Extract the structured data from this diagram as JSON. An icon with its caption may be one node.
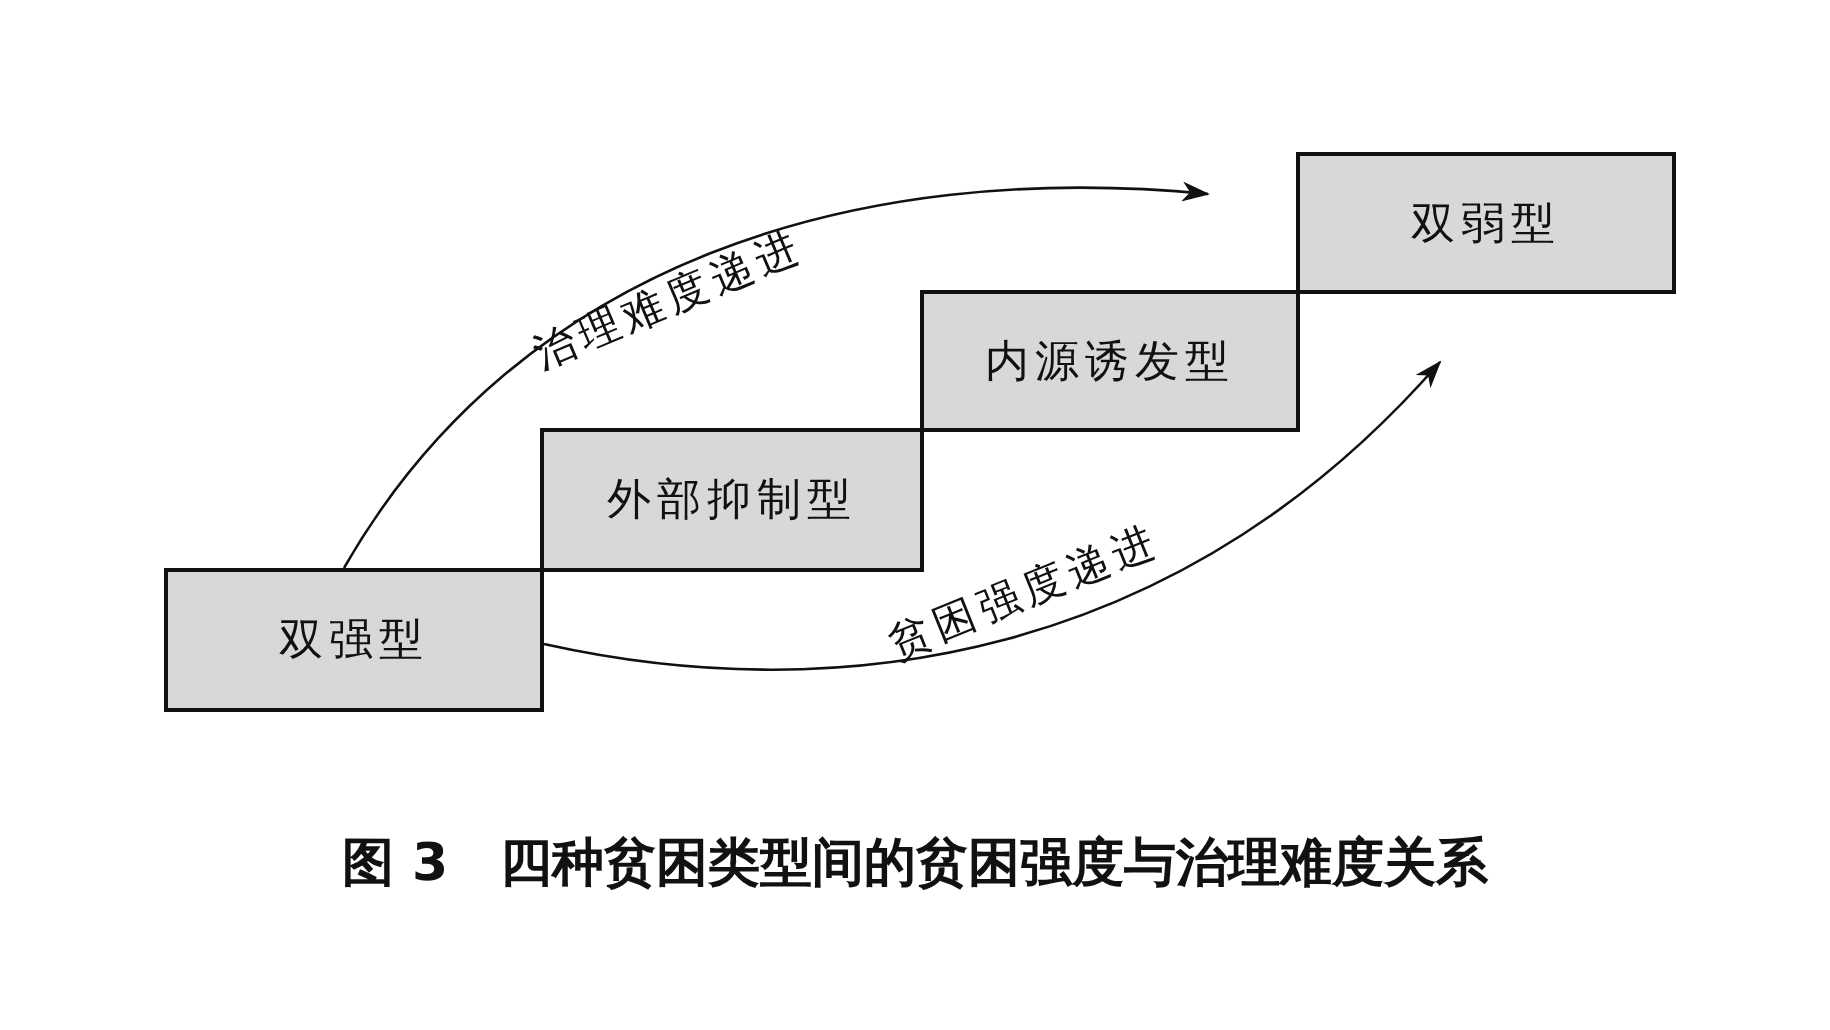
{
  "diagram": {
    "caption": "图 3　四种贫困类型间的贫困强度与治理难度关系",
    "nodes": [
      {
        "text": [
          "双强型"
        ]
      },
      {
        "text": [
          "外部抑制型"
        ]
      },
      {
        "text": [
          "内源诱发型"
        ]
      },
      {
        "text": [
          "双弱型"
        ]
      }
    ],
    "edges": [
      {
        "from": 0,
        "to": 3,
        "arrow": "to",
        "label": "治理难度递进"
      },
      {
        "from": 0,
        "to": 3,
        "arrow": "to",
        "label": "贫困强度递进"
      }
    ]
  }
}
